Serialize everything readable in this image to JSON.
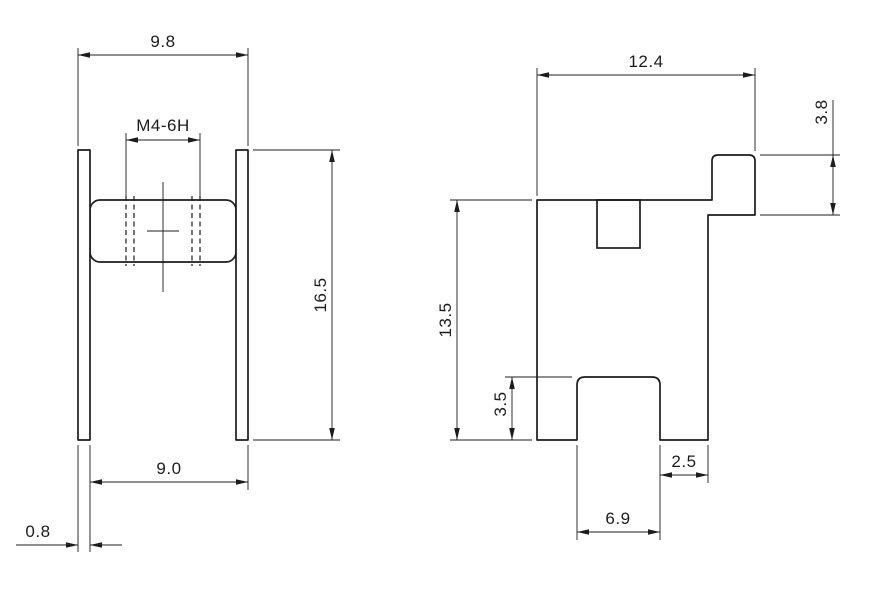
{
  "drawing": {
    "background_color": "#ffffff",
    "line_color": "#1c1c1c",
    "front_view": {
      "dim_overall_width": "9.8",
      "dim_thread": "M4-6H",
      "dim_height": "16.5",
      "dim_inner_width": "9.0",
      "dim_thickness": "0.8"
    },
    "side_view": {
      "dim_overall_width": "12.4",
      "dim_tab_height": "3.8",
      "dim_body_height": "13.5",
      "dim_notch_depth": "3.5",
      "dim_edge_offset": "2.5",
      "dim_notch_width": "6.9"
    }
  }
}
